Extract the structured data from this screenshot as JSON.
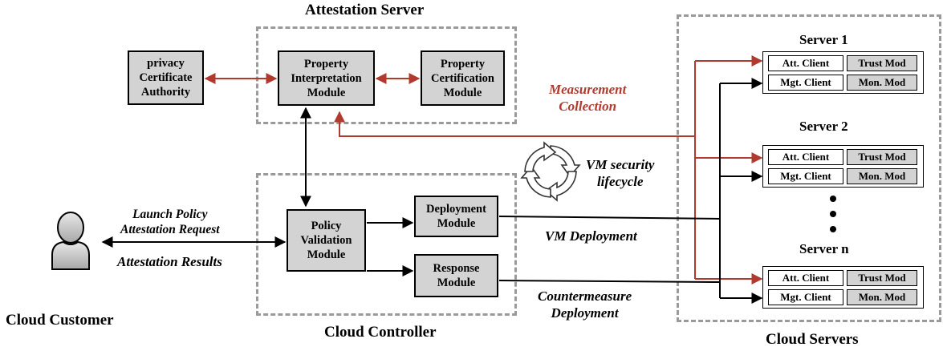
{
  "titles": {
    "attestation_server": "Attestation Server",
    "cloud_controller": "Cloud Controller",
    "cloud_servers": "Cloud Servers",
    "cloud_customer": "Cloud Customer"
  },
  "modules": {
    "privacy_ca": "privacy Certificate Authority",
    "property_interpretation": "Property Interpretation Module",
    "property_certification": "Property Certification Module",
    "policy_validation": "Policy Validation Module",
    "deployment": "Deployment Module",
    "response": "Response Module"
  },
  "servers": [
    {
      "name": "Server 1",
      "att": "Att. Client",
      "trust": "Trust Mod",
      "mgt": "Mgt. Client",
      "mon": "Mon. Mod"
    },
    {
      "name": "Server 2",
      "att": "Att. Client",
      "trust": "Trust Mod",
      "mgt": "Mgt. Client",
      "mon": "Mon. Mod"
    },
    {
      "name": "Server n",
      "att": "Att. Client",
      "trust": "Trust Mod",
      "mgt": "Mgt. Client",
      "mon": "Mon. Mod"
    }
  ],
  "labels": {
    "measurement_collection_1": "Measurement",
    "measurement_collection_2": "Collection",
    "vm_security_1": "VM security",
    "vm_security_2": "lifecycle",
    "launch_policy_1": "Launch Policy",
    "launch_policy_2": "Attestation Request",
    "attestation_results": "Attestation Results",
    "vm_deployment": "VM Deployment",
    "countermeasure_1": "Countermeasure",
    "countermeasure_2": "Deployment"
  },
  "colors": {
    "red_arrow": "#b03a2e",
    "module_fill": "#d3d3d3",
    "dashed_border": "#9a9a9a"
  },
  "icons": {
    "customer": "person-icon",
    "lifecycle": "cycle-arrows-icon"
  }
}
